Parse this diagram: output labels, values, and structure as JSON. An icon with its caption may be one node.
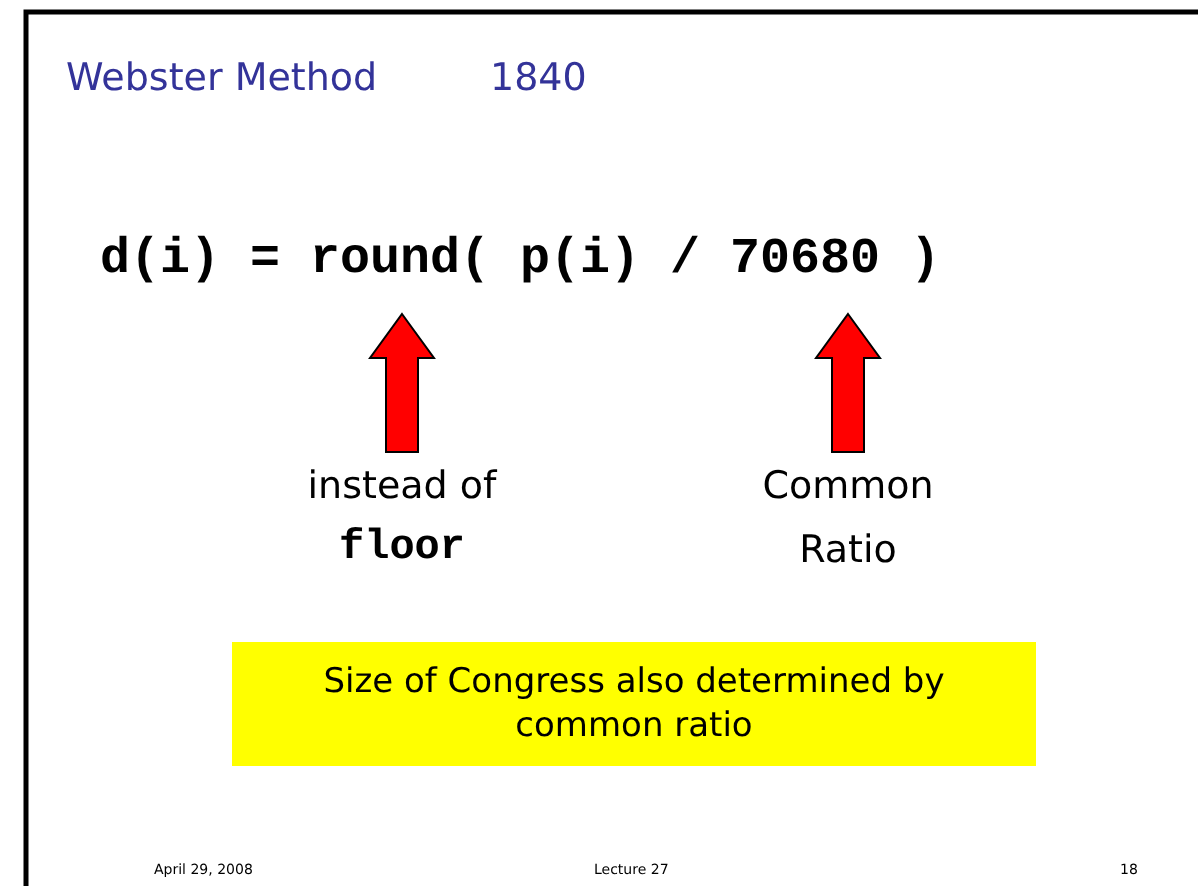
{
  "diagram": {
    "title": "Webster Method",
    "nodes": [
      {
        "text": [
          "instead of",
          "floor"
        ]
      },
      {
        "text": [
          "Common Ratio"
        ]
      },
      {
        "text": [
          "Size of Congress also determined by common ratio"
        ]
      }
    ],
    "edges": [
      {
        "from": 0,
        "to": null,
        "arrow": "to",
        "style": "thick"
      },
      {
        "from": 1,
        "to": null,
        "arrow": "to",
        "style": "thick"
      }
    ],
    "labels": [
      "1840",
      "d(i) = round( p(i) / 70680 )",
      "April 29, 2008",
      "Lecture 27",
      "18"
    ]
  }
}
